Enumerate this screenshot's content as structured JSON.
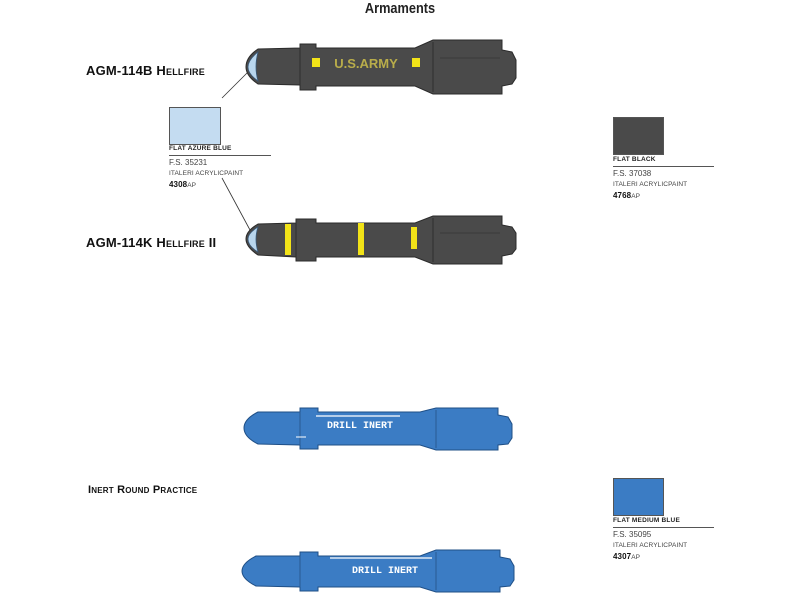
{
  "page": {
    "title": "Armaments"
  },
  "missiles": [
    {
      "label": "AGM-114B Hellfire",
      "marking": "U.S.ARMY"
    },
    {
      "label": "AGM-114K Hellfire II",
      "marking": ""
    },
    {
      "label": "",
      "marking": "DRILL INERT"
    },
    {
      "label": "Inert Round Practice",
      "marking": "DRILL INERT"
    }
  ],
  "colors": [
    {
      "name": "Flat Azure Blue",
      "fs": "F.S. 35231",
      "brand": "Italeri AcrylicPaint",
      "code_num": "4308",
      "code_suffix": "AP",
      "hex": "#c4dcf1"
    },
    {
      "name": "Flat Black",
      "fs": "F.S. 37038",
      "brand": "Italeri AcrylicPaint",
      "code_num": "4768",
      "code_suffix": "AP",
      "hex": "#4a4a4a"
    },
    {
      "name": "Flat Medium Blue",
      "fs": "F.S. 35095",
      "brand": "Italeri AcrylicPaint",
      "code_num": "4307",
      "code_suffix": "AP",
      "hex": "#3b7cc4"
    }
  ],
  "palette": {
    "band_yellow": "#f2e318",
    "stencil_olive": "#b9ad4a",
    "seeker_blue": "#b8d6ee"
  }
}
